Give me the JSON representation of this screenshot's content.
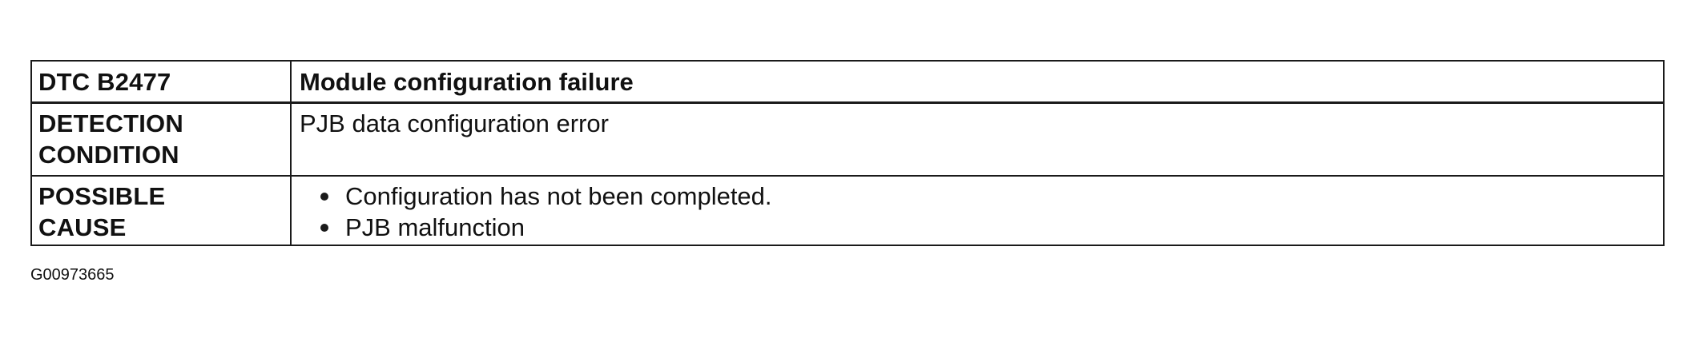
{
  "table": {
    "header": {
      "label": "DTC B2477",
      "value": "Module configuration failure"
    },
    "detection": {
      "label_line1": "DETECTION",
      "label_line2": "CONDITION",
      "value": "PJB data configuration error"
    },
    "cause": {
      "label_line1": "POSSIBLE",
      "label_line2": "CAUSE",
      "items": [
        "Configuration has not been completed.",
        "PJB malfunction"
      ]
    }
  },
  "figure_id": "G00973665"
}
